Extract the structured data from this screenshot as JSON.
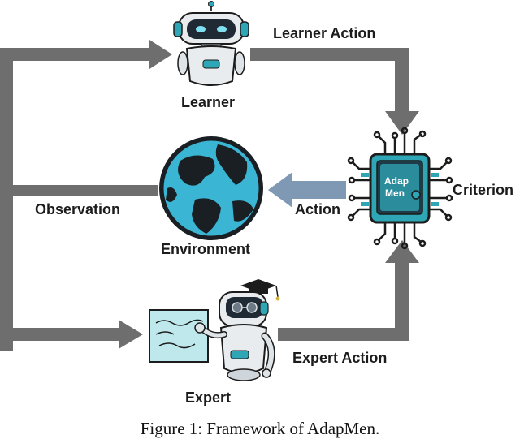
{
  "nodes": {
    "learner": "Learner",
    "environment": "Environment",
    "expert": "Expert",
    "criterion": "Criterion",
    "chip_text_line1": "Adap",
    "chip_text_line2": "Men"
  },
  "edges": {
    "learner_action": "Learner Action",
    "observation": "Observation",
    "action": "Action",
    "expert_action": "Expert Action"
  },
  "caption": "Figure 1: Framework of AdapMen.",
  "icons": [
    "robot-icon",
    "globe-icon",
    "chip-icon",
    "expert-robot-icon",
    "whiteboard-icon"
  ],
  "colors": {
    "arrow_gray": "#6e6e6e",
    "action_arrow_blue": "#7f98b4",
    "globe_cyan": "#3ab6d4",
    "chip_teal": "#2fa6b5",
    "ink": "#1c1c1c"
  }
}
